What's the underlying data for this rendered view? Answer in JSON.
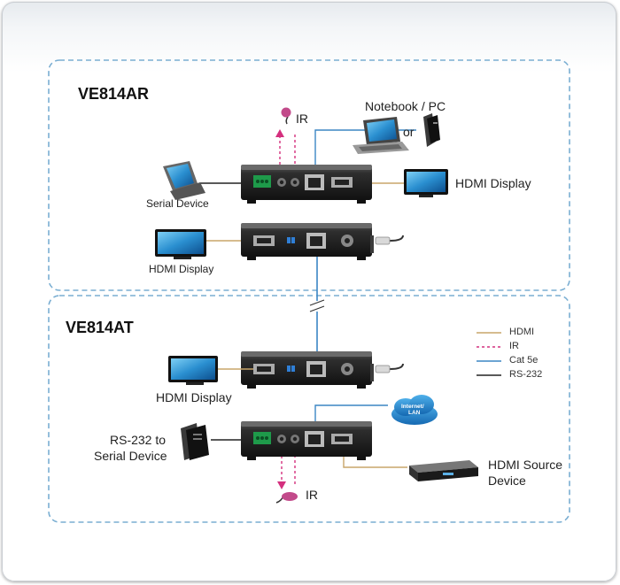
{
  "receiver": {
    "model": "VE814AR",
    "labels": {
      "ir": "IR",
      "notebook": "Notebook / PC",
      "or": "or",
      "serial_device": "Serial Device",
      "hdmi_display_right": "HDMI Display",
      "hdmi_display_left": "HDMI Display"
    }
  },
  "transmitter": {
    "model": "VE814AT",
    "labels": {
      "hdmi_display": "HDMI Display",
      "rs232_line1": "RS-232 to",
      "rs232_line2": "Serial Device",
      "internet_line1": "Internet/",
      "internet_line2": "LAN",
      "source_line1": "HDMI Source",
      "source_line2": "Device",
      "ir": "IR"
    }
  },
  "legend": {
    "items": [
      {
        "label": "HDMI",
        "color": "#c8a56a",
        "style": "solid"
      },
      {
        "label": "IR",
        "color": "#d4307e",
        "style": "dashed"
      },
      {
        "label": "Cat 5e",
        "color": "#3b86c4",
        "style": "solid"
      },
      {
        "label": "RS-232",
        "color": "#222222",
        "style": "solid"
      }
    ]
  },
  "colors": {
    "hdmi": "#c8a56a",
    "ir": "#d4307e",
    "cat5e": "#3b86c4",
    "rs232": "#222222",
    "section_border": "#7aaed2"
  }
}
